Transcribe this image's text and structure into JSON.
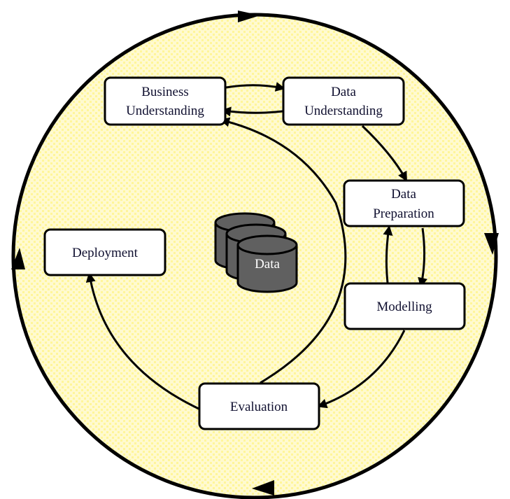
{
  "diagram": {
    "title": "CRISP-DM process model",
    "colors": {
      "background": "#ffffff",
      "circle_fill": "#fffad0",
      "dot_color": "#fff59a",
      "stroke": "#000000",
      "node_fill": "#ffffff",
      "cylinder_fill": "#606060",
      "cylinder_text": "#ffffff"
    },
    "phases": [
      {
        "id": "business",
        "lines": [
          "Business",
          "Understanding"
        ]
      },
      {
        "id": "data-understanding",
        "lines": [
          "Data",
          "Understanding"
        ]
      },
      {
        "id": "data-preparation",
        "lines": [
          "Data",
          "Preparation"
        ]
      },
      {
        "id": "modelling",
        "lines": [
          "Modelling"
        ]
      },
      {
        "id": "evaluation",
        "lines": [
          "Evaluation"
        ]
      },
      {
        "id": "deployment",
        "lines": [
          "Deployment"
        ]
      }
    ],
    "center": {
      "label": "Data",
      "icon": "database-cylinders"
    },
    "edges": [
      {
        "from": "business",
        "to": "data-understanding"
      },
      {
        "from": "data-understanding",
        "to": "business"
      },
      {
        "from": "data-understanding",
        "to": "data-preparation"
      },
      {
        "from": "data-preparation",
        "to": "modelling"
      },
      {
        "from": "modelling",
        "to": "data-preparation"
      },
      {
        "from": "modelling",
        "to": "evaluation"
      },
      {
        "from": "evaluation",
        "to": "business"
      },
      {
        "from": "evaluation",
        "to": "deployment"
      }
    ],
    "outer_cycle": {
      "direction": "clockwise",
      "arrow_count": 4
    }
  }
}
